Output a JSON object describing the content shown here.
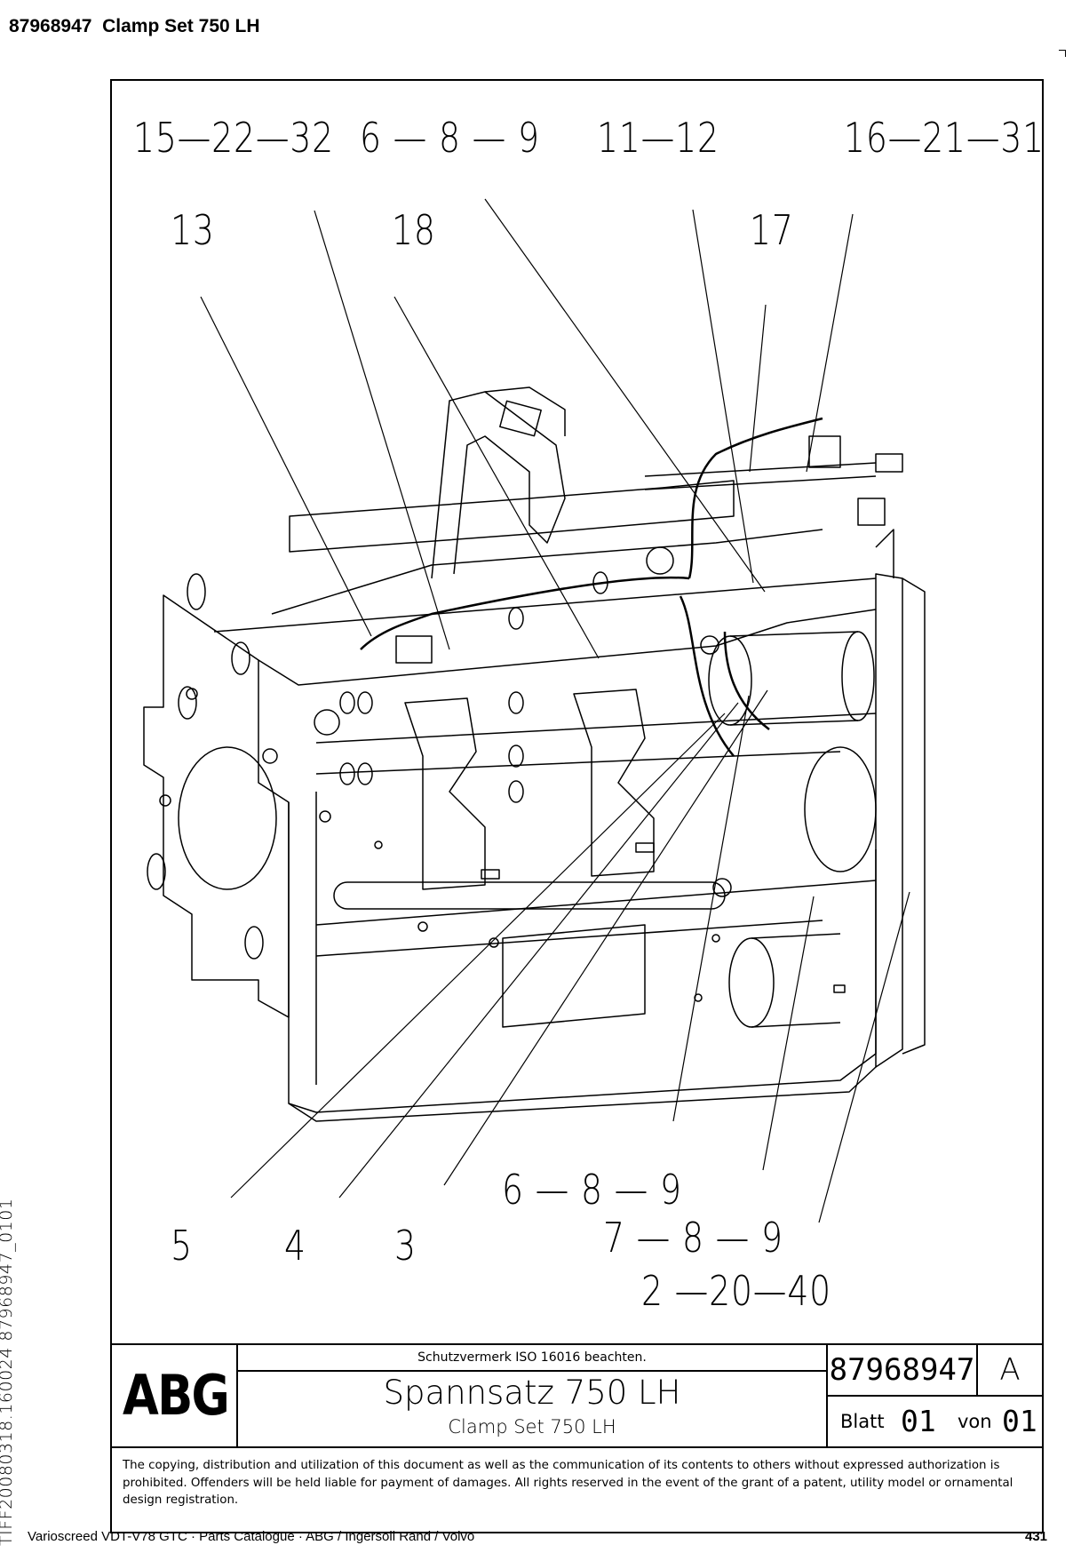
{
  "header": {
    "part_number": "87968947",
    "title": "Clamp Set 750 LH"
  },
  "callouts": {
    "top_row": [
      "15—22—32",
      "6 — 8 — 9",
      "11—12",
      "16—21—31"
    ],
    "second_row": [
      "13",
      "18",
      "17"
    ],
    "bottom_left": [
      "5",
      "4",
      "3"
    ],
    "bottom_right": [
      "6 — 8 — 9",
      "7 — 8 — 9",
      "2 —20—40"
    ]
  },
  "title_block": {
    "logo": "ABG",
    "protection_note": "Schutzvermerk ISO 16016 beachten.",
    "title_de": "Spannsatz 750 LH",
    "title_en": "Clamp Set 750 LH",
    "drawing_number": "87968947",
    "revision": "A",
    "sheet_label": "Blatt",
    "sheet_number": "01",
    "of_label": "von",
    "sheet_total": "01"
  },
  "copyright": "The copying, distribution and utilization of this document as well as the communication of its contents to others without expressed authorization is prohibited. Offenders will be held liable for payment of damages. All rights reserved in the event of the grant of a patent, utility model or ornamental design registration.",
  "side_identifier": "TIFF20080318.160024 87968947_0101",
  "footer": {
    "text": "Varioscreed VDT-V78 GTC  ·  Parts Catalogue  ·  ABG / Ingersoll Rand / Volvo",
    "page_number": "431"
  }
}
